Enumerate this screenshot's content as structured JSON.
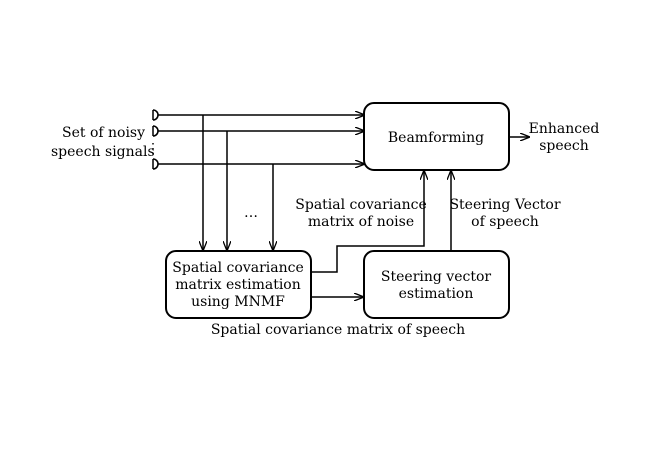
{
  "inputs": {
    "label_line1": "Set of noisy",
    "label_line2": "speech signals",
    "ellipsis": "⋮",
    "branch_ellipsis": "…"
  },
  "blocks": {
    "beamforming": {
      "label": "Beamforming"
    },
    "scm_estimation": {
      "line1": "Spatial covariance",
      "line2": "matrix estimation",
      "line3": "using MNMF"
    },
    "steering_estimation": {
      "line1": "Steering vector",
      "line2": "estimation"
    }
  },
  "output": {
    "line1": "Enhanced",
    "line2": "speech"
  },
  "edge_labels": {
    "noise_scm_line1": "Spatial covariance",
    "noise_scm_line2": "matrix of  noise",
    "steering_vector_line1": "Steering Vector",
    "steering_vector_line2": "of speech",
    "speech_scm": "Spatial covariance matrix of  speech"
  }
}
